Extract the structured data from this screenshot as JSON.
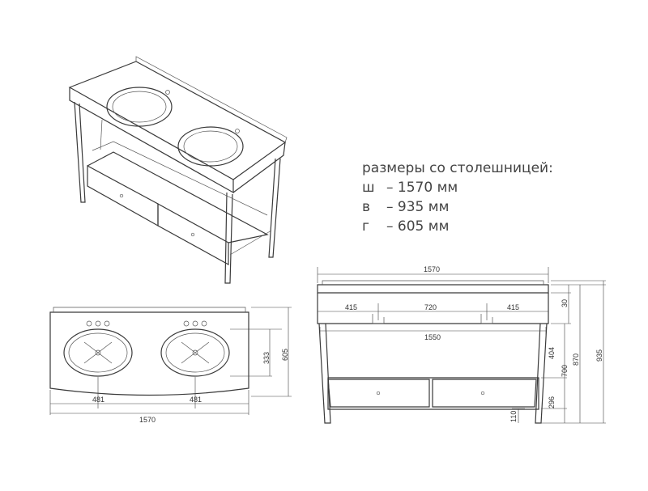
{
  "specs": {
    "heading": "размеры со столешницей:",
    "rows": [
      {
        "key": "ш",
        "value": "– 1570 мм"
      },
      {
        "key": "в",
        "value": "– 935 мм"
      },
      {
        "key": "г",
        "value": "– 605 мм"
      }
    ]
  },
  "top_view": {
    "depth_total": "605",
    "bowl_depth": "333",
    "bowl_left_spacing": "481",
    "bowl_right_spacing": "481",
    "width_total": "1570"
  },
  "front_view": {
    "width_total": "1570",
    "offset_left": "415",
    "center_spacing": "720",
    "offset_right": "415",
    "frame_width": "1550",
    "counter_height": "30",
    "apron_height": "404",
    "shelf_height": "700",
    "lower_height": "296",
    "leg_clearance": "110",
    "height_870": "870",
    "height_935": "935"
  }
}
